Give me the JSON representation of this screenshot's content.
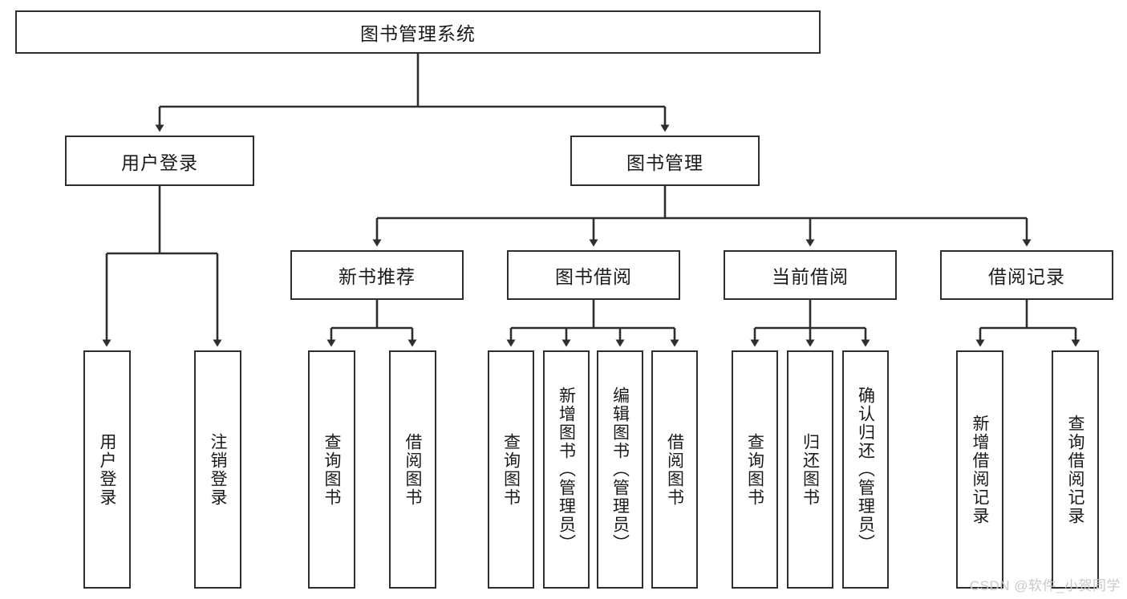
{
  "diagram": {
    "title": "图书管理系统",
    "watermark": "CSDN @软件_小贺同学",
    "colors": {
      "border": "#2e2e2e",
      "background": "#ffffff",
      "text": "#1a1a1a",
      "watermark": "#c9c9c9"
    },
    "root": {
      "label": "图书管理系统"
    },
    "level2": [
      {
        "label": "用户登录"
      },
      {
        "label": "图书管理"
      }
    ],
    "level3": [
      {
        "label": "新书推荐"
      },
      {
        "label": "图书借阅"
      },
      {
        "label": "当前借阅"
      },
      {
        "label": "借阅记录"
      }
    ],
    "leaves": {
      "user_login": [
        {
          "label": "用户登录"
        },
        {
          "label": "注销登录"
        }
      ],
      "new_book": [
        {
          "label": "查询图书"
        },
        {
          "label": "借阅图书"
        }
      ],
      "book_borrow": [
        {
          "label": "查询图书"
        },
        {
          "label": "新增图书（管理员）"
        },
        {
          "label": "编辑图书（管理员）"
        },
        {
          "label": "借阅图书"
        }
      ],
      "current_borrow": [
        {
          "label": "查询图书"
        },
        {
          "label": "归还图书"
        },
        {
          "label": "确认归还（管理员）"
        }
      ],
      "borrow_record": [
        {
          "label": "新增借阅记录"
        },
        {
          "label": "查询借阅记录"
        }
      ]
    }
  }
}
